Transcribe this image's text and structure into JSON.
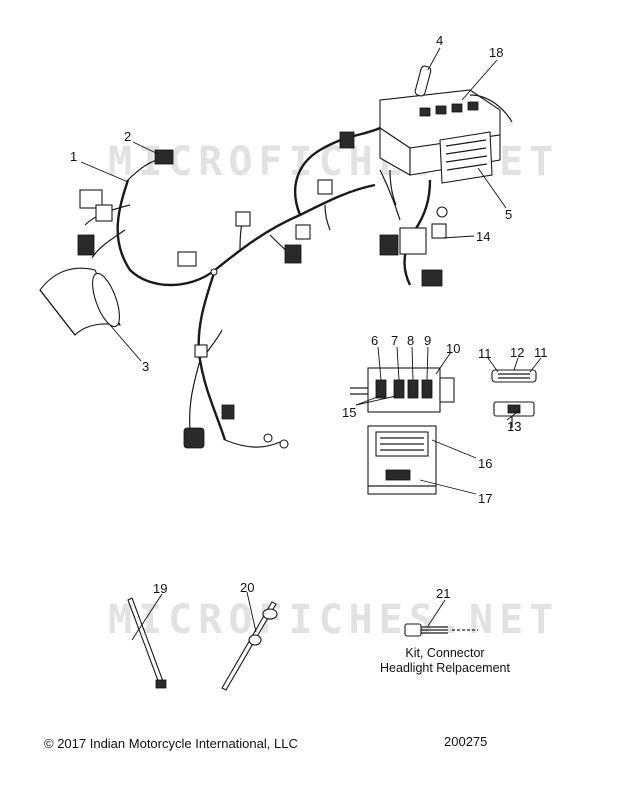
{
  "watermark": "MICROFICHES.NET",
  "callouts": {
    "c1": "1",
    "c2": "2",
    "c3": "3",
    "c4": "4",
    "c5": "5",
    "c6": "6",
    "c7": "7",
    "c8": "8",
    "c9": "9",
    "c10": "10",
    "c11a": "11",
    "c11b": "11",
    "c12": "12",
    "c13": "13",
    "c14": "14",
    "c15": "15",
    "c16": "16",
    "c17": "17",
    "c18": "18",
    "c19": "19",
    "c20": "20",
    "c21": "21"
  },
  "kit_label": {
    "line1": "Kit, Connector",
    "line2": "Headlight Relpacement"
  },
  "footer": {
    "copyright": "© 2017 Indian Motorcycle International, LLC",
    "diagram_id": "200275"
  }
}
